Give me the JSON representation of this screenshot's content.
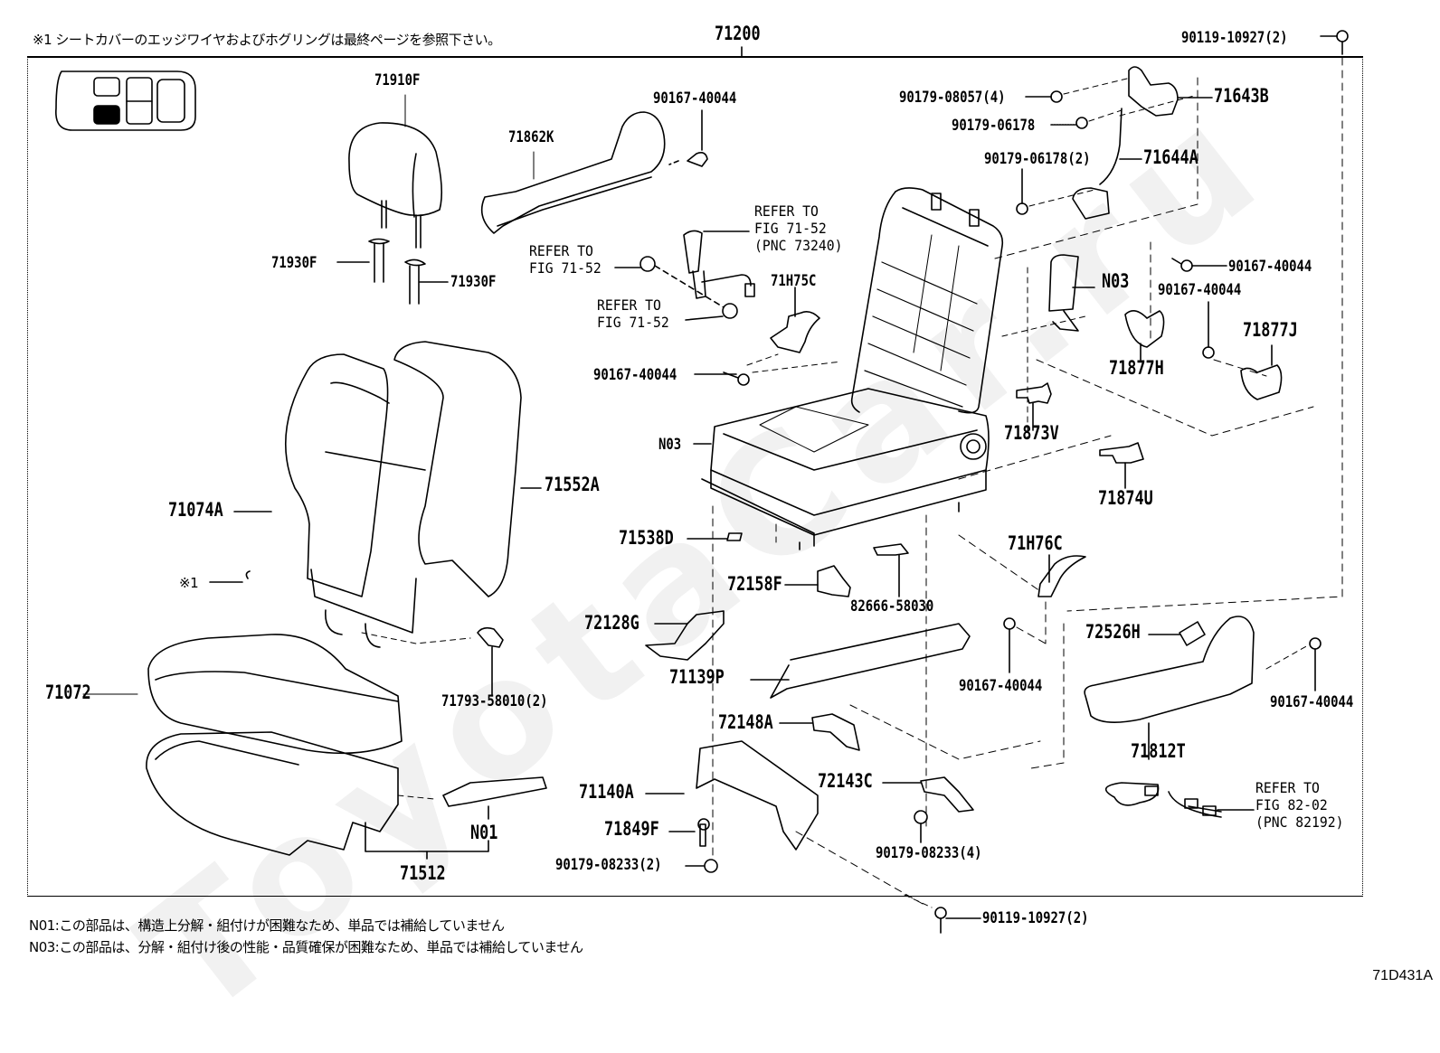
{
  "header": {
    "note_ref1": "※1 シートカバーのエッジワイヤおよびホグリングは最終ページを参照下さい。",
    "assembly_number": "71200",
    "top_right_bolt": "90119-10927(2)"
  },
  "watermark": "ToyotaCar.ru",
  "locator": {
    "icon": "seat-position-locator-icon",
    "highlighted_position": "rear-left"
  },
  "parts": {
    "headrest": "71910F",
    "headrest_support_left": "71930F",
    "headrest_support_right": "71930F",
    "seatback_board": "71862K",
    "screw_71862K": "90167-40044",
    "belt_refer_main": "REFER TO\nFIG 71-52\n(PNC 73240)",
    "belt_refer_upper": "REFER TO\nFIG 71-52",
    "belt_refer_lower": "REFER TO\nFIG 71-52",
    "shield_71H75C": "71H75C",
    "screw_left_frame": "90167-40044",
    "frame_N03": "N03",
    "nut_90179_08057": "90179-08057(4)",
    "nut_90179_06178": "90179-06178",
    "nut_90179_06178_2": "90179-06178(2)",
    "recliner_71643B": "71643B",
    "cable_71644A": "71644A",
    "airbag_N03": "N03",
    "screw_right_upper": "90167-40044",
    "screw_right_mid": "90167-40044",
    "cover_71877H": "71877H",
    "cover_71877J": "71877J",
    "bracket_71873V": "71873V",
    "bracket_71874U": "71874U",
    "seatback_cover": "71074A",
    "seatback_pad": "71552A",
    "hog_ring_ref": "※1",
    "clip_71793": "71793-58010(2)",
    "cushion_cover": "71072",
    "cushion_pad": "71512",
    "cushion_N01": "N01",
    "cap_71538D": "71538D",
    "cover_72158F": "72158F",
    "connector_82666": "82666-58030",
    "bracket_72128G": "72128G",
    "rail_71139P": "71139P",
    "bracket_72148A": "72148A",
    "leg_71140A": "71140A",
    "bolt_71849F": "71849F",
    "nut_08233_2": "90179-08233(2)",
    "bracket_72143C": "72143C",
    "nut_08233_4": "90179-08233(4)",
    "shield_71H76C": "71H76C",
    "screw_71H76C": "90167-40044",
    "knob_72526H": "72526H",
    "shield_71812T": "71812T",
    "screw_71812T": "90167-40044",
    "wire_refer": "REFER TO\nFIG 82-02\n(PNC 82192)",
    "bottom_bolt": "90119-10927(2)"
  },
  "footer": {
    "note_N01": "N01:この部品は、構造上分解・組付けが困難なため、単品では補給していません",
    "note_N03": "N03:この部品は、分解・組付け後の性能・品質確保が困難なため、単品では補給していません",
    "figure_id": "71D431A"
  }
}
